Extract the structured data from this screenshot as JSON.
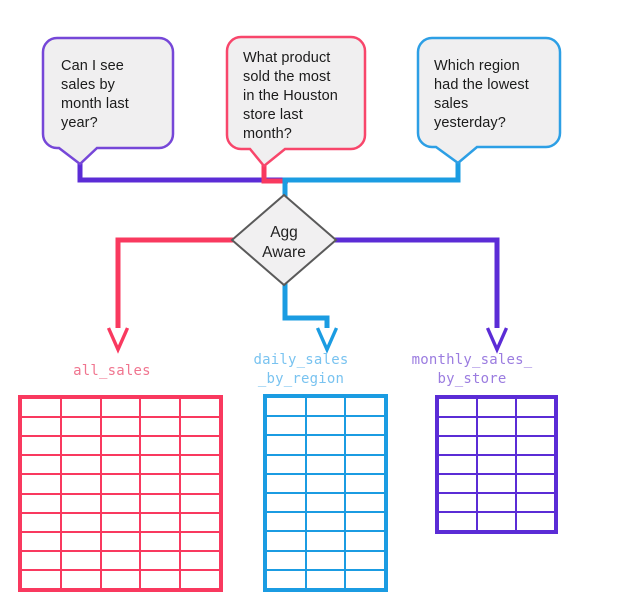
{
  "questions": [
    {
      "id": "question-1",
      "text": "Can I see sales by month last year?",
      "lines": [
        "Can I see",
        "sales by",
        "month last",
        "year?"
      ],
      "accent": "#7647d8"
    },
    {
      "id": "question-2",
      "text": "What product sold the most in the Houston store last month?",
      "lines": [
        "What product",
        "sold the most",
        "in the Houston",
        "store last",
        "month?"
      ],
      "accent": "#f8466b"
    },
    {
      "id": "question-3",
      "text": "Which region had the lowest sales yesterday?",
      "lines": [
        "Which region",
        "had the lowest",
        "sales",
        "yesterday?"
      ],
      "accent": "#2d9fe5"
    }
  ],
  "router": {
    "label_lines": [
      "Agg",
      "Aware"
    ],
    "label": "Agg Aware"
  },
  "tables": [
    {
      "id": "all_sales",
      "label_lines": [
        "all_sales"
      ],
      "rows": 10,
      "cols": 5,
      "accent": "#f9395f",
      "label_color": "#f0758f"
    },
    {
      "id": "daily_sales_by_region",
      "label_lines": [
        "daily_sales",
        "_by_region"
      ],
      "rows": 10,
      "cols": 3,
      "accent": "#1b9ce2",
      "label_color": "#79c3f0"
    },
    {
      "id": "monthly_sales_by_store",
      "label_lines": [
        "monthly_sales_",
        "by_store"
      ],
      "rows": 7,
      "cols": 3,
      "accent": "#5b2cd6",
      "label_color": "#9b7ce0"
    }
  ],
  "colors": {
    "purple_line": "#5b2cd6",
    "pink_line": "#f9395f",
    "blue_line": "#1b9ce2",
    "bubble_fill": "#f0eff0",
    "diamond_fill": "#f1f0f1",
    "diamond_border": "#5a5a5a",
    "background": "#ffffff",
    "text": "#1b1b1b"
  }
}
